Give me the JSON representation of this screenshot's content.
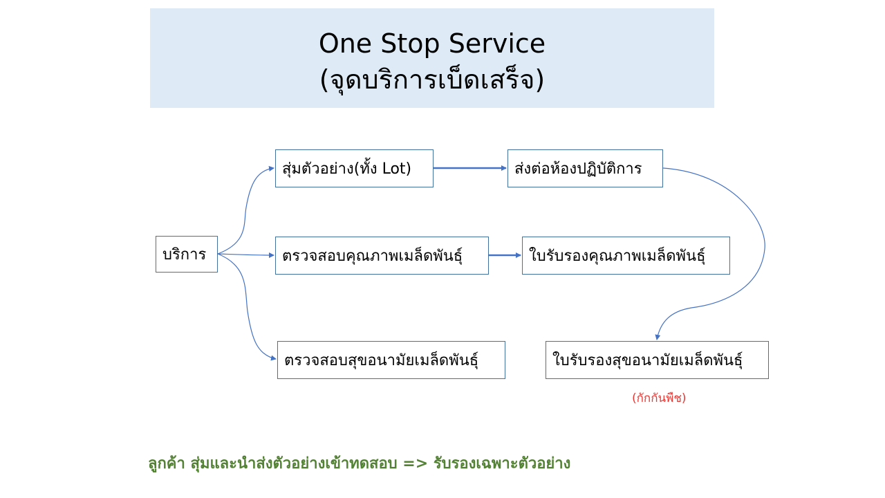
{
  "title": {
    "line1": "One Stop Service",
    "line2": "(จุดบริการเบ็ดเสร็จ)"
  },
  "nodes": {
    "service": "บริการ",
    "sampling": "สุ่มตัวอย่าง(ทั้ง Lot)",
    "send_lab": "ส่งต่อห้องปฏิบัติการ",
    "quality_test": "ตรวจสอบคุณภาพเมล็ดพันธุ์",
    "quality_cert": "ใบรับรองคุณภาพเมล็ดพันธุ์",
    "health_test": "ตรวจสอบสุขอนามัยเมล็ดพันธุ์",
    "health_cert": "ใบรับรองสุขอนามัยเมล็ดพันธุ์"
  },
  "note": "(กักกันพืช)",
  "footer": "ลูกค้า สุ่มและนำส่งตัวอย่างเข้าทดสอบ => รับรองเฉพาะตัวอย่าง",
  "colors": {
    "title_bg": "#deebf7",
    "box_border": "#41719c",
    "arrow": "#4472c4",
    "note": "#e53935",
    "footer": "#548235"
  }
}
